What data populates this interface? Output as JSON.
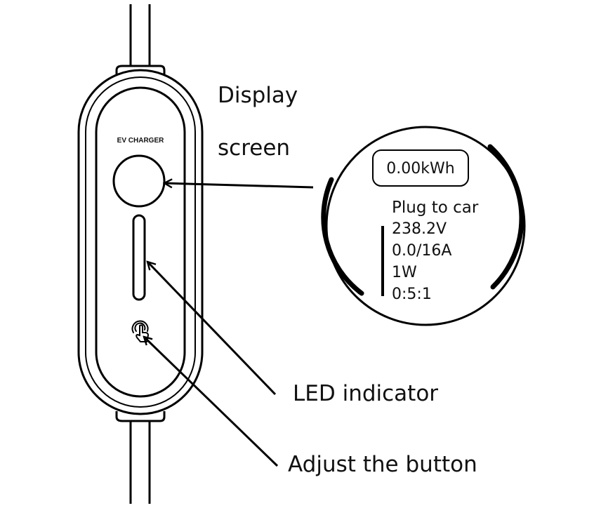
{
  "device": {
    "brand_label": "EV CHARGER"
  },
  "callouts": {
    "display_line1": "Display",
    "display_line2": "screen",
    "led": "LED indicator",
    "button": "Adjust the button"
  },
  "screen": {
    "energy": "0.00kWh",
    "status": "Plug to car",
    "voltage": "238.2V",
    "current": "0.0/16A",
    "power": "1W",
    "time": "0:5:1"
  }
}
